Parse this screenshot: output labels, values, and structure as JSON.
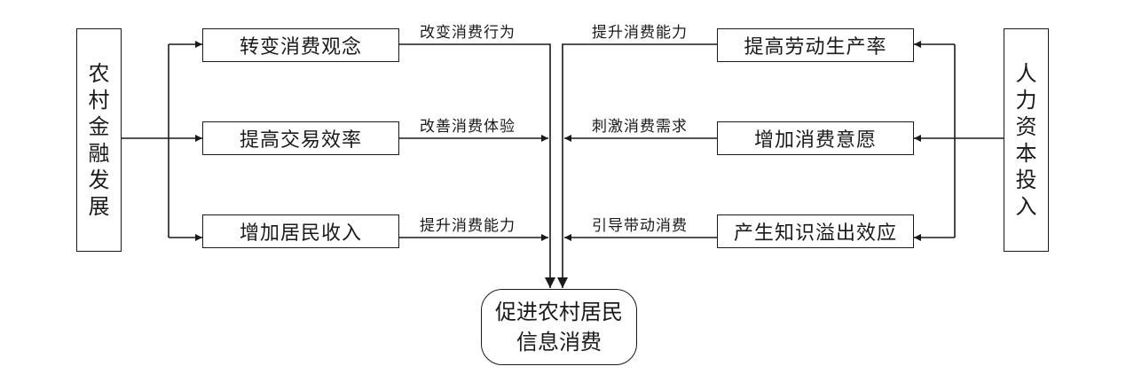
{
  "sources": {
    "left": "农村金融发展",
    "right": "人力资本投入"
  },
  "left_column": [
    {
      "box": "转变消费观念",
      "edge": "改变消费行为"
    },
    {
      "box": "提高交易效率",
      "edge": "改善消费体验"
    },
    {
      "box": "增加居民收入",
      "edge": "提升消费能力"
    }
  ],
  "right_column": [
    {
      "box": "提高劳动生产率",
      "edge": "提升消费能力"
    },
    {
      "box": "增加消费意愿",
      "edge": "刺激消费需求"
    },
    {
      "box": "产生知识溢出效应",
      "edge": "引导带动消费"
    }
  ],
  "result": "促进农村居民\n信息消费"
}
